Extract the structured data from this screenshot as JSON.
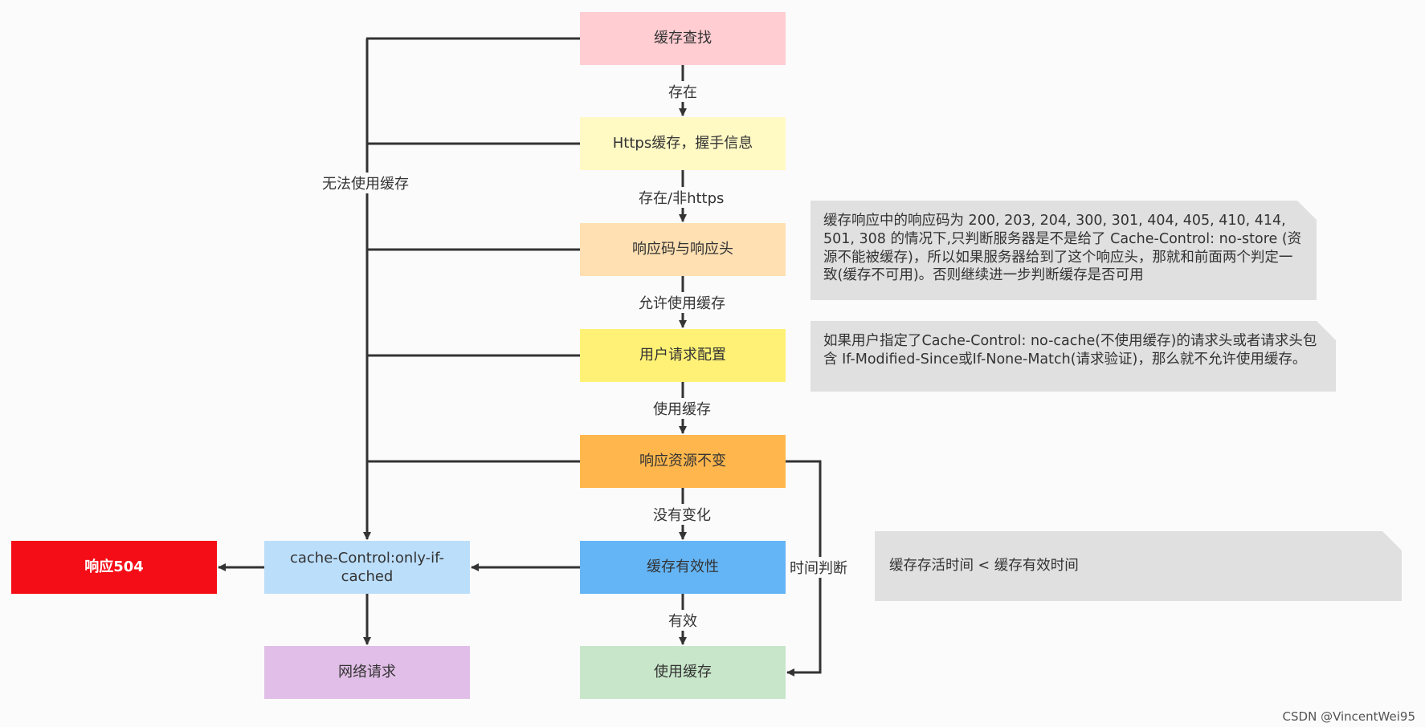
{
  "nodes": {
    "lookup": "缓存查找",
    "https": "Https缓存，握手信息",
    "code": "响应码与响应头",
    "user": "用户请求配置",
    "unchanged": "响应资源不变",
    "valid": "缓存有效性",
    "use": "使用缓存",
    "onlyif": "cache-Control:only-if-cached",
    "network": "网络请求",
    "r504": "响应504"
  },
  "edge_labels": {
    "exists": "存在",
    "exists_nonhttps": "存在/非https",
    "allow": "允许使用缓存",
    "use_cache": "使用缓存",
    "no_change": "没有变化",
    "valid": "有效",
    "time": "时间判断",
    "cannot_use": "无法使用缓存"
  },
  "notes": {
    "note1": "缓存响应中的响应码为 200, 203, 204, 300, 301, 404, 405, 410, 414, 501, 308 的情况下,只判断服务器是不是给了 Cache-Control: no-store (资源不能被缓存)，所以如果服务器给到了这个响应头，那就和前面两个判定一致(缓存不可用)。否则继续进一步判断缓存是否可用",
    "note2": "如果用户指定了Cache-Control: no-cache(不使用缓存)的请求头或者请求头包含 If-Modified-Since或If-None-Match(请求验证)，那么就不允许使用缓存。",
    "note3": "缓存存活时间 < 缓存有效时间"
  },
  "watermark": "CSDN @VincentWei95"
}
